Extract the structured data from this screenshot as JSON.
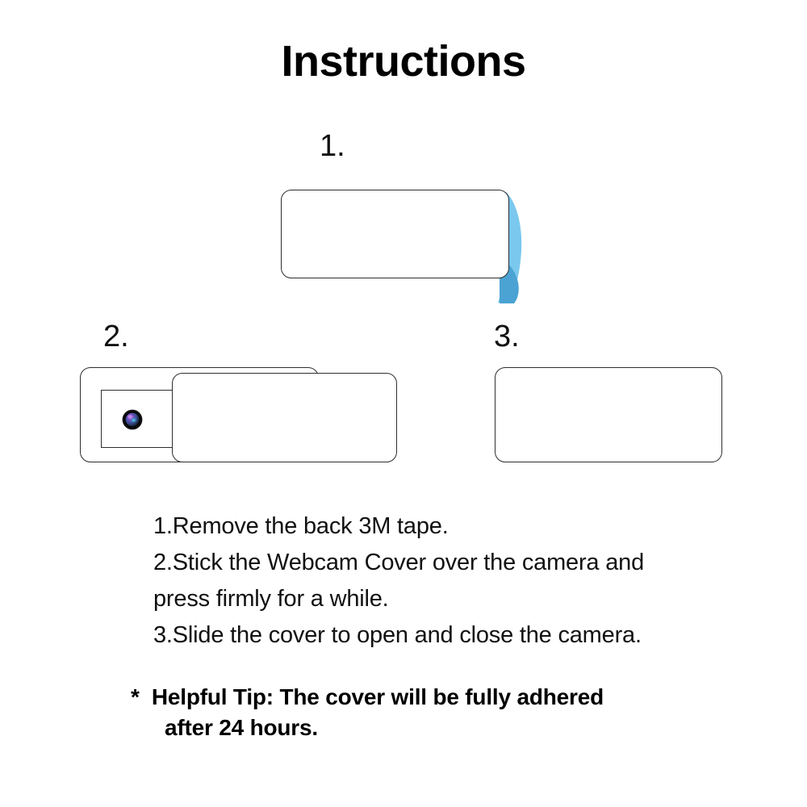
{
  "document": {
    "title": "Instructions",
    "background_color": "#ffffff",
    "text_color": "#111111"
  },
  "steps": [
    {
      "number": "1.",
      "name": "remove-3m-tape",
      "graphic": "cover-with-peeling-blue-tape",
      "peel_color_light": "#7BC8EE",
      "peel_color_dark": "#4BA3D3"
    },
    {
      "number": "2.",
      "name": "stick-cover-over-camera",
      "graphic": "cover-open-showing-camera-lens",
      "lens_ring_color": "#111111",
      "lens_highlight_color": "#9B59D0",
      "lens_glint_color": "#3FD0D8"
    },
    {
      "number": "3.",
      "name": "slide-cover-closed",
      "graphic": "cover-closed",
      "outline_color": "#2e2e2e"
    }
  ],
  "instructions": {
    "lines": [
      "1.Remove the back 3M tape.",
      "2.Stick the Webcam Cover over the camera and",
      "press firmly for a while.",
      "3.Slide the cover to open and close the camera."
    ]
  },
  "tip": {
    "marker": "*",
    "line_1": "*  Helpful Tip: The cover will be fully adhered",
    "line_2": "after 24 hours."
  }
}
